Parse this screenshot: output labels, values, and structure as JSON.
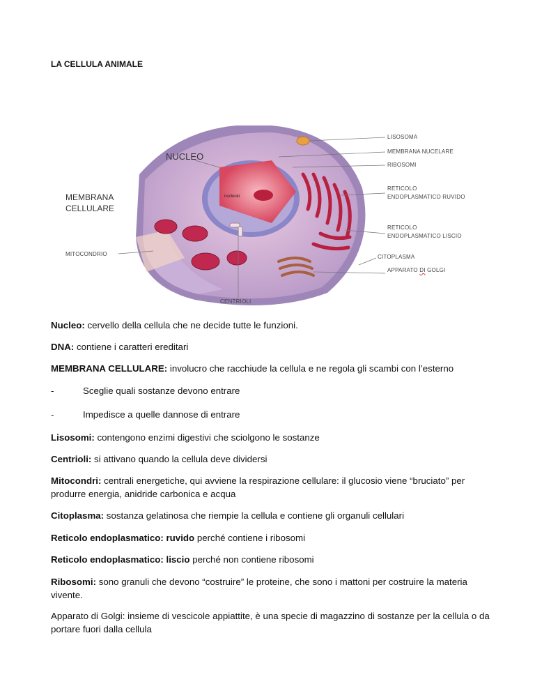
{
  "title": "LA CELLULA ANIMALE",
  "figure": {
    "labels": {
      "nucleo": "NUCLEO",
      "membrana_cellulare_1": "MEMBRANA",
      "membrana_cellulare_2": "CELLULARE",
      "mitocondrio": "MITOCONDRIO",
      "centrioli": "CENTRIOLI",
      "nucleolo": "nucleolo",
      "lisosoma": "LISOSOMA",
      "membrana_nucleare": "MEMBRANA NUCELARE",
      "ribosomi": "RIBOSOMI",
      "rer_1": "RETICOLO",
      "rer_2": "ENDOPLASMATICO RUVIDO",
      "ser_1": "RETICOLO",
      "ser_2": "ENDOPLASMATICO LISCIO",
      "citoplasma": "CITOPLASMA",
      "golgi_1": "APPARATO ",
      "golgi_di": "DI",
      "golgi_2": " GOLGI"
    }
  },
  "entries": [
    {
      "term": "Nucleo:",
      "text": " cervello della cellula che ne decide tutte le funzioni."
    },
    {
      "term": "DNA:",
      "text": " contiene i caratteri ereditari"
    },
    {
      "term": "MEMBRANA CELLULARE:",
      "text": " involucro che racchiude la cellula e ne regola gli scambi con l’esterno"
    },
    {
      "term": "Lisosomi:",
      "text": " contengono enzimi digestivi che sciolgono le sostanze"
    },
    {
      "term": "Centrioli:",
      "text": " si attivano quando la cellula deve dividersi"
    },
    {
      "term": "Mitocondri:",
      "text": " centrali energetiche, qui avviene la respirazione cellulare: il glucosio viene “bruciato” per produrre energia, anidride carbonica e acqua"
    },
    {
      "term": "Citoplasma:",
      "text": " sostanza gelatinosa che riempie la cellula e contiene gli organuli cellulari"
    },
    {
      "term": "Reticolo endoplasmatico: ruvido",
      "text": " perché contiene i ribosomi"
    },
    {
      "term": "Reticolo endoplasmatico: liscio",
      "text": " perché non contiene ribosomi"
    },
    {
      "term": "Ribosomi:",
      "text": " sono granuli che devono “costruire” le proteine, che sono i mattoni per costruire la materia vivente."
    },
    {
      "term": "",
      "text": "Apparato di Golgi: insieme di vescicole appiattite, è una specie di magazzino di sostanze per la cellula o da portare fuori dalla cellula"
    }
  ],
  "bullets": [
    {
      "dash": "-",
      "text": "Sceglie quali sostanze devono entrare"
    },
    {
      "dash": "-",
      "text": "Impedisce a quelle dannose di entrare"
    }
  ]
}
